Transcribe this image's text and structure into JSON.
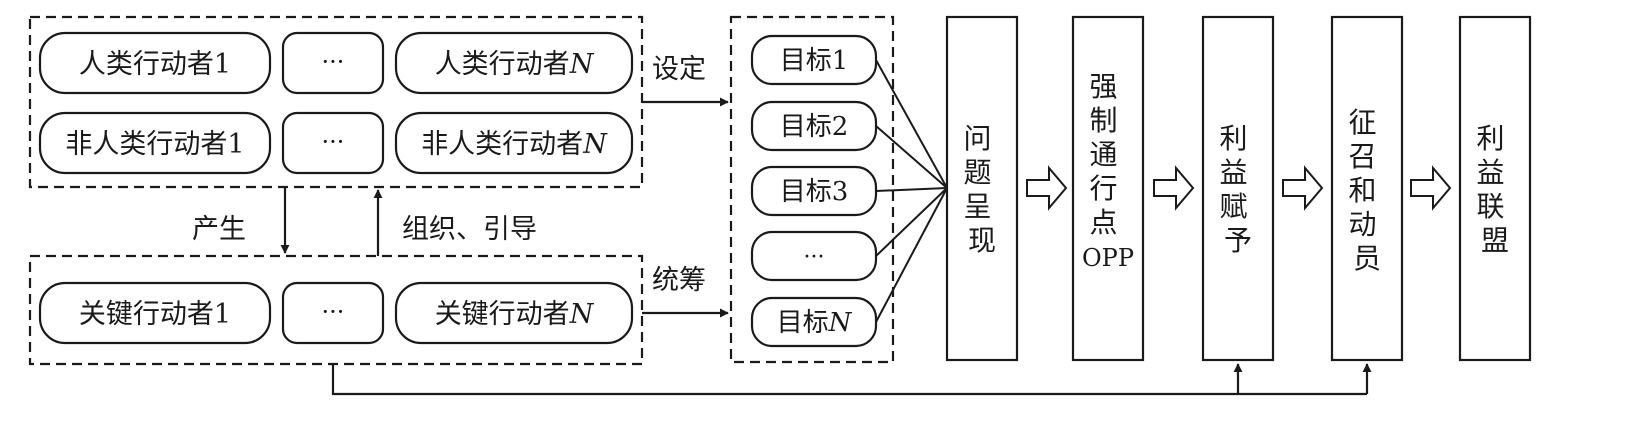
{
  "actors": {
    "human_1": "人类行动者1",
    "human_ellipsis": "···",
    "human_n_prefix": "人类行动者",
    "human_n_suffix": "N",
    "nonhuman_1": "非人类行动者1",
    "nonhuman_ellipsis": "···",
    "nonhuman_n_prefix": "非人类行动者",
    "nonhuman_n_suffix": "N"
  },
  "key_actors": {
    "key_1": "关键行动者1",
    "key_ellipsis": "···",
    "key_n_prefix": "关键行动者",
    "key_n_suffix": "N"
  },
  "goals": {
    "goal_1": "目标1",
    "goal_2": "目标2",
    "goal_3": "目标3",
    "goal_ellipsis": "···",
    "goal_n_prefix": "目标",
    "goal_n_suffix": "N"
  },
  "relations": {
    "set": "设定",
    "produce": "产生",
    "organize_guide": "组织、引导",
    "coordinate": "统筹"
  },
  "stages": {
    "problematization": [
      "问",
      "题",
      "呈",
      "现"
    ],
    "opp": [
      "强",
      "制",
      "通",
      "行",
      "点",
      "OPP"
    ],
    "interessement": [
      "利",
      "益",
      "赋",
      "予"
    ],
    "enrolment": [
      "征",
      "召",
      "和",
      "动",
      "员"
    ],
    "alliance": [
      "利",
      "益",
      "联",
      "盟"
    ]
  }
}
